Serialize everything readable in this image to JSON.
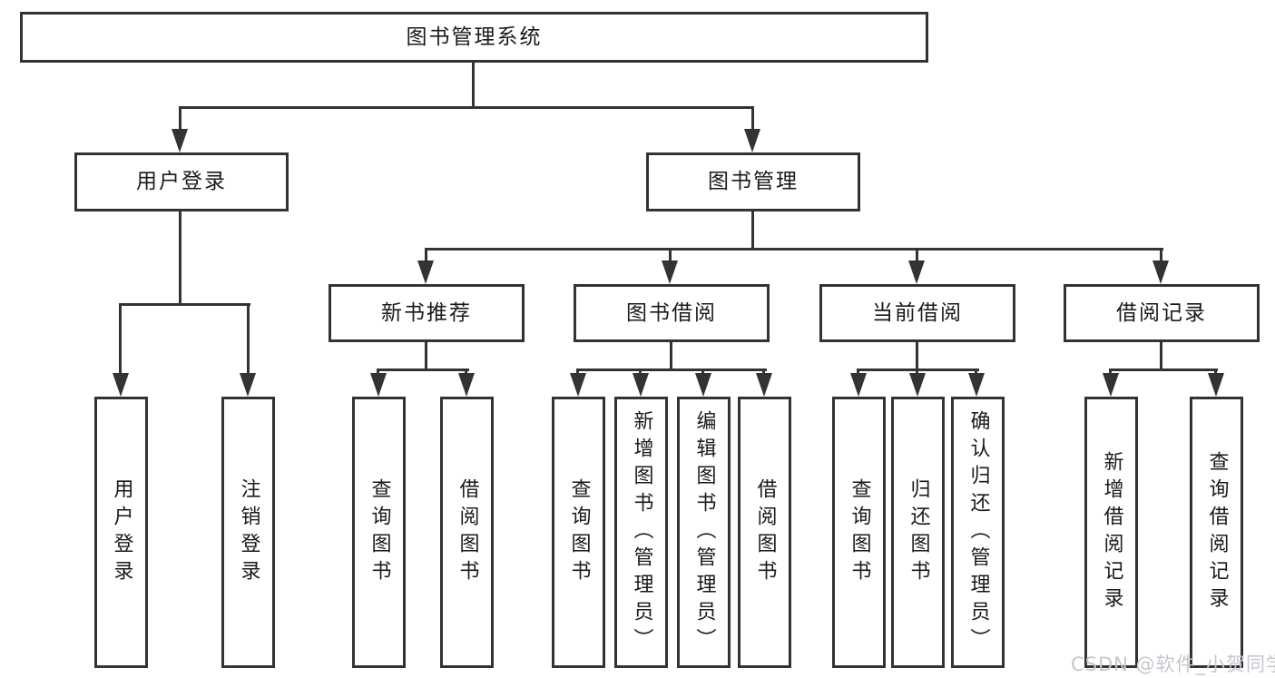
{
  "tree": {
    "root": {
      "label": "图书管理系统"
    },
    "level2": [
      {
        "label": "用户登录"
      },
      {
        "label": "图书管理"
      }
    ],
    "level3": [
      {
        "label": "新书推荐"
      },
      {
        "label": "图书借阅"
      },
      {
        "label": "当前借阅"
      },
      {
        "label": "借阅记录"
      }
    ],
    "leaves": [
      {
        "label": "用户登录"
      },
      {
        "label": "注销登录"
      },
      {
        "label": "查询图书"
      },
      {
        "label": "借阅图书"
      },
      {
        "label": "查询图书"
      },
      {
        "label": "新增图书（管理员）"
      },
      {
        "label": "编辑图书（管理员）"
      },
      {
        "label": "借阅图书"
      },
      {
        "label": "查询图书"
      },
      {
        "label": "归还图书"
      },
      {
        "label": "确认归还（管理员）"
      },
      {
        "label": "新增借阅记录"
      },
      {
        "label": "查询借阅记录"
      }
    ]
  },
  "watermark": "CSDN @软件_小贺同学",
  "colors": {
    "line": "#333333",
    "text": "#1a1a1a",
    "watermark": "#c3c7cc",
    "background": "#ffffff"
  }
}
